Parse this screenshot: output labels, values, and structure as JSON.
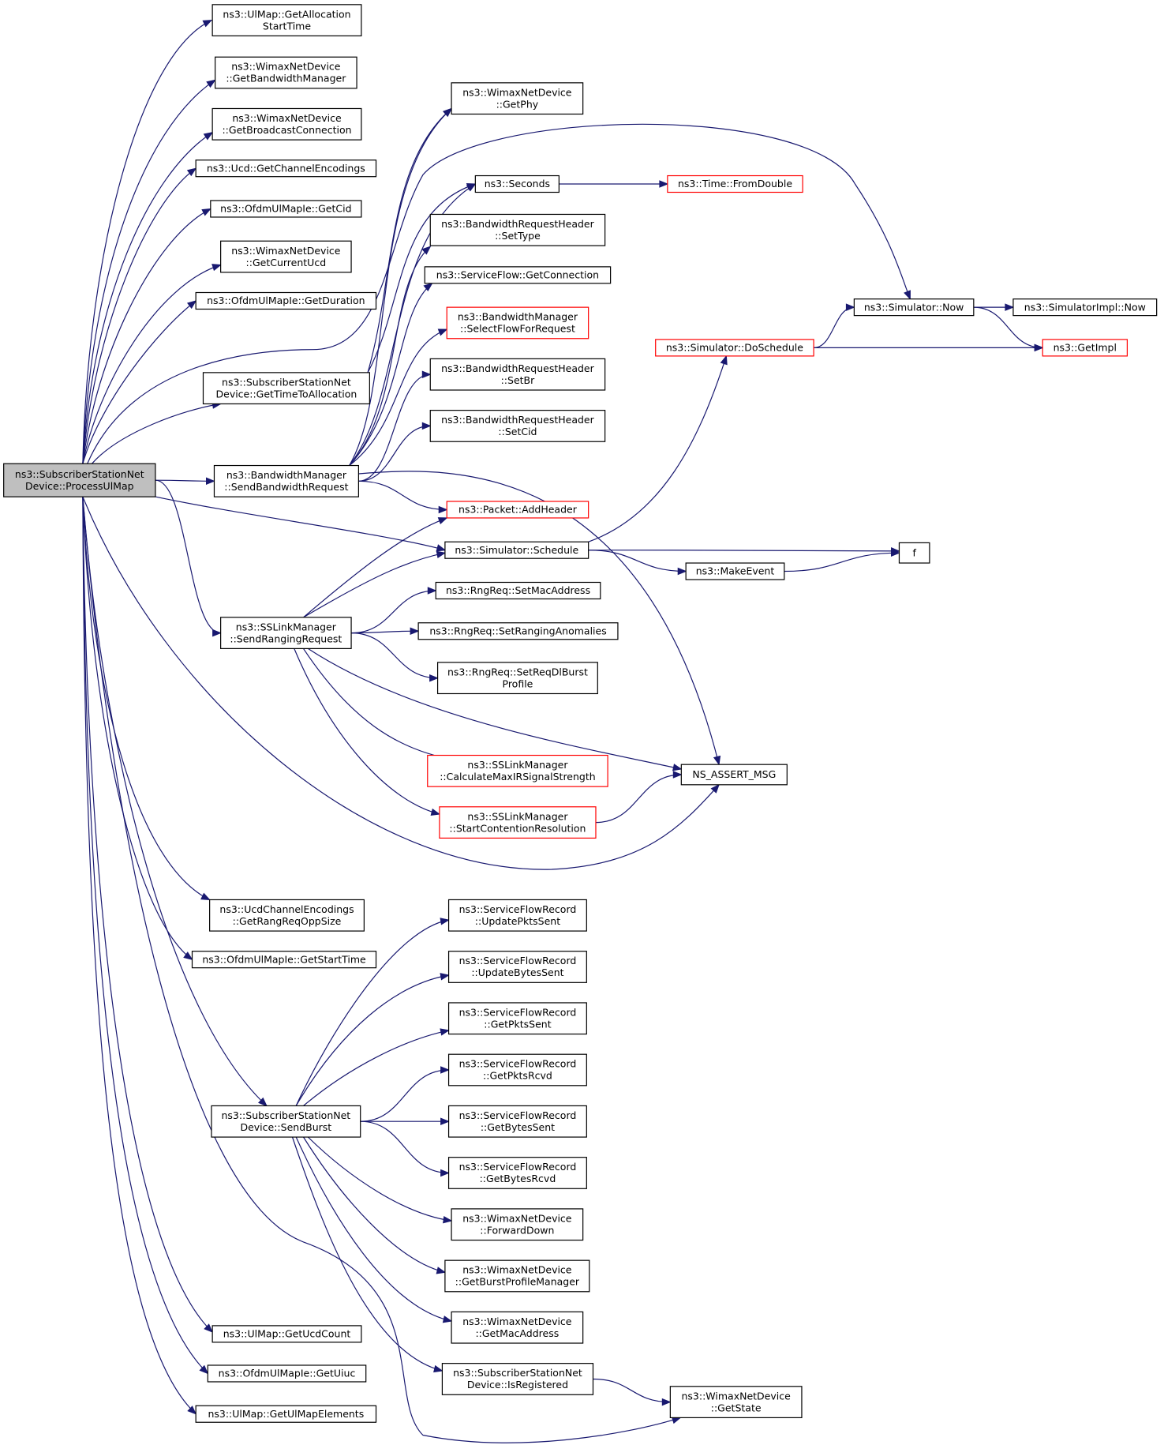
{
  "diagram": {
    "colors": {
      "edge": "#191970",
      "highlight_border": "#ff0000",
      "root_fill": "#bfbfbf"
    },
    "nodes": [
      {
        "id": "root",
        "lines": [
          "ns3::SubscriberStationNet",
          "Device::ProcessUlMap"
        ],
        "style": "root"
      },
      {
        "id": "getAllocStart",
        "lines": [
          "ns3::UlMap::GetAllocation",
          "StartTime"
        ]
      },
      {
        "id": "getBwMgr",
        "lines": [
          "ns3::WimaxNetDevice",
          "::GetBandwidthManager"
        ]
      },
      {
        "id": "getBcastConn",
        "lines": [
          "ns3::WimaxNetDevice",
          "::GetBroadcastConnection"
        ]
      },
      {
        "id": "getChEnc",
        "lines": [
          "ns3::Ucd::GetChannelEncodings"
        ]
      },
      {
        "id": "getCid",
        "lines": [
          "ns3::OfdmUlMapIe::GetCid"
        ]
      },
      {
        "id": "getCurUcd",
        "lines": [
          "ns3::WimaxNetDevice",
          "::GetCurrentUcd"
        ]
      },
      {
        "id": "getDuration",
        "lines": [
          "ns3::OfdmUlMapIe::GetDuration"
        ]
      },
      {
        "id": "getTimeToAlloc",
        "lines": [
          "ns3::SubscriberStationNet",
          "Device::GetTimeToAllocation"
        ]
      },
      {
        "id": "sendBwReq",
        "lines": [
          "ns3::BandwidthManager",
          "::SendBandwidthRequest"
        ]
      },
      {
        "id": "sendRanging",
        "lines": [
          "ns3::SSLinkManager",
          "::SendRangingRequest"
        ]
      },
      {
        "id": "getRangReq",
        "lines": [
          "ns3::UcdChannelEncodings",
          "::GetRangReqOppSize"
        ]
      },
      {
        "id": "getStartTime",
        "lines": [
          "ns3::OfdmUlMapIe::GetStartTime"
        ]
      },
      {
        "id": "sendBurst",
        "lines": [
          "ns3::SubscriberStationNet",
          "Device::SendBurst"
        ]
      },
      {
        "id": "getUcdCount",
        "lines": [
          "ns3::UlMap::GetUcdCount"
        ]
      },
      {
        "id": "getUiuc",
        "lines": [
          "ns3::OfdmUlMapIe::GetUiuc"
        ]
      },
      {
        "id": "getUlMapEl",
        "lines": [
          "ns3::UlMap::GetUlMapElements"
        ]
      },
      {
        "id": "getPhy",
        "lines": [
          "ns3::WimaxNetDevice",
          "::GetPhy"
        ]
      },
      {
        "id": "seconds",
        "lines": [
          "ns3::Seconds"
        ]
      },
      {
        "id": "setType",
        "lines": [
          "ns3::BandwidthRequestHeader",
          "::SetType"
        ]
      },
      {
        "id": "getConn",
        "lines": [
          "ns3::ServiceFlow::GetConnection"
        ]
      },
      {
        "id": "selectFlow",
        "lines": [
          "ns3::BandwidthManager",
          "::SelectFlowForRequest"
        ],
        "style": "red"
      },
      {
        "id": "setBr",
        "lines": [
          "ns3::BandwidthRequestHeader",
          "::SetBr"
        ]
      },
      {
        "id": "setCid",
        "lines": [
          "ns3::BandwidthRequestHeader",
          "::SetCid"
        ]
      },
      {
        "id": "addHeader",
        "lines": [
          "ns3::Packet::AddHeader"
        ],
        "style": "red"
      },
      {
        "id": "schedule",
        "lines": [
          "ns3::Simulator::Schedule"
        ]
      },
      {
        "id": "setMac",
        "lines": [
          "ns3::RngReq::SetMacAddress"
        ]
      },
      {
        "id": "setRangAnom",
        "lines": [
          "ns3::RngReq::SetRangingAnomalies"
        ]
      },
      {
        "id": "setReqDl",
        "lines": [
          "ns3::RngReq::SetReqDlBurst",
          "Profile"
        ]
      },
      {
        "id": "calcMax",
        "lines": [
          "ns3::SSLinkManager",
          "::CalculateMaxIRSignalStrength"
        ],
        "style": "red"
      },
      {
        "id": "startCont",
        "lines": [
          "ns3::SSLinkManager",
          "::StartContentionResolution"
        ],
        "style": "red"
      },
      {
        "id": "updPktsSent",
        "lines": [
          "ns3::ServiceFlowRecord",
          "::UpdatePktsSent"
        ]
      },
      {
        "id": "updBytesSent",
        "lines": [
          "ns3::ServiceFlowRecord",
          "::UpdateBytesSent"
        ]
      },
      {
        "id": "getPktsSent",
        "lines": [
          "ns3::ServiceFlowRecord",
          "::GetPktsSent"
        ]
      },
      {
        "id": "getPktsRcvd",
        "lines": [
          "ns3::ServiceFlowRecord",
          "::GetPktsRcvd"
        ]
      },
      {
        "id": "getBytesSent",
        "lines": [
          "ns3::ServiceFlowRecord",
          "::GetBytesSent"
        ]
      },
      {
        "id": "getBytesRcvd",
        "lines": [
          "ns3::ServiceFlowRecord",
          "::GetBytesRcvd"
        ]
      },
      {
        "id": "fwdDown",
        "lines": [
          "ns3::WimaxNetDevice",
          "::ForwardDown"
        ]
      },
      {
        "id": "getBurstProf",
        "lines": [
          "ns3::WimaxNetDevice",
          "::GetBurstProfileManager"
        ]
      },
      {
        "id": "getMacAddr",
        "lines": [
          "ns3::WimaxNetDevice",
          "::GetMacAddress"
        ]
      },
      {
        "id": "isRegistered",
        "lines": [
          "ns3::SubscriberStationNet",
          "Device::IsRegistered"
        ]
      },
      {
        "id": "getState",
        "lines": [
          "ns3::WimaxNetDevice",
          "::GetState"
        ]
      },
      {
        "id": "fromDouble",
        "lines": [
          "ns3::Time::FromDouble"
        ],
        "style": "red"
      },
      {
        "id": "now",
        "lines": [
          "ns3::Simulator::Now"
        ]
      },
      {
        "id": "implNow",
        "lines": [
          "ns3::SimulatorImpl::Now"
        ]
      },
      {
        "id": "doSchedule",
        "lines": [
          "ns3::Simulator::DoSchedule"
        ],
        "style": "red"
      },
      {
        "id": "getImpl",
        "lines": [
          "ns3::GetImpl"
        ],
        "style": "red"
      },
      {
        "id": "makeEvent",
        "lines": [
          "ns3::MakeEvent"
        ]
      },
      {
        "id": "f",
        "lines": [
          "f"
        ]
      },
      {
        "id": "assert",
        "lines": [
          "NS_ASSERT_MSG"
        ]
      }
    ],
    "edges": [
      [
        "root",
        "getAllocStart"
      ],
      [
        "root",
        "getBwMgr"
      ],
      [
        "root",
        "getBcastConn"
      ],
      [
        "root",
        "getChEnc"
      ],
      [
        "root",
        "getCid"
      ],
      [
        "root",
        "getCurUcd"
      ],
      [
        "root",
        "getDuration"
      ],
      [
        "root",
        "getTimeToAlloc"
      ],
      [
        "root",
        "sendBwReq"
      ],
      [
        "root",
        "sendRanging"
      ],
      [
        "root",
        "getRangReq"
      ],
      [
        "root",
        "getStartTime"
      ],
      [
        "root",
        "sendBurst"
      ],
      [
        "root",
        "getUcdCount"
      ],
      [
        "root",
        "getUiuc"
      ],
      [
        "root",
        "getUlMapEl"
      ],
      [
        "root",
        "now"
      ],
      [
        "root",
        "schedule"
      ],
      [
        "root",
        "assert"
      ],
      [
        "root",
        "getState"
      ],
      [
        "getTimeToAlloc",
        "getPhy"
      ],
      [
        "getTimeToAlloc",
        "seconds"
      ],
      [
        "sendBwReq",
        "getPhy"
      ],
      [
        "sendBwReq",
        "seconds"
      ],
      [
        "sendBwReq",
        "setType"
      ],
      [
        "sendBwReq",
        "getConn"
      ],
      [
        "sendBwReq",
        "selectFlow"
      ],
      [
        "sendBwReq",
        "setBr"
      ],
      [
        "sendBwReq",
        "setCid"
      ],
      [
        "sendBwReq",
        "addHeader"
      ],
      [
        "sendBwReq",
        "assert"
      ],
      [
        "sendRanging",
        "addHeader"
      ],
      [
        "sendRanging",
        "schedule"
      ],
      [
        "sendRanging",
        "setMac"
      ],
      [
        "sendRanging",
        "setRangAnom"
      ],
      [
        "sendRanging",
        "setReqDl"
      ],
      [
        "sendRanging",
        "calcMax"
      ],
      [
        "sendRanging",
        "startCont"
      ],
      [
        "sendRanging",
        "assert"
      ],
      [
        "startCont",
        "assert"
      ],
      [
        "seconds",
        "fromDouble"
      ],
      [
        "schedule",
        "doSchedule"
      ],
      [
        "schedule",
        "makeEvent"
      ],
      [
        "schedule",
        "f"
      ],
      [
        "makeEvent",
        "f"
      ],
      [
        "doSchedule",
        "now"
      ],
      [
        "doSchedule",
        "getImpl"
      ],
      [
        "now",
        "implNow"
      ],
      [
        "now",
        "getImpl"
      ],
      [
        "sendBurst",
        "updPktsSent"
      ],
      [
        "sendBurst",
        "updBytesSent"
      ],
      [
        "sendBurst",
        "getPktsSent"
      ],
      [
        "sendBurst",
        "getPktsRcvd"
      ],
      [
        "sendBurst",
        "getBytesSent"
      ],
      [
        "sendBurst",
        "getBytesRcvd"
      ],
      [
        "sendBurst",
        "fwdDown"
      ],
      [
        "sendBurst",
        "getBurstProf"
      ],
      [
        "sendBurst",
        "getMacAddr"
      ],
      [
        "sendBurst",
        "isRegistered"
      ],
      [
        "isRegistered",
        "getState"
      ]
    ]
  }
}
